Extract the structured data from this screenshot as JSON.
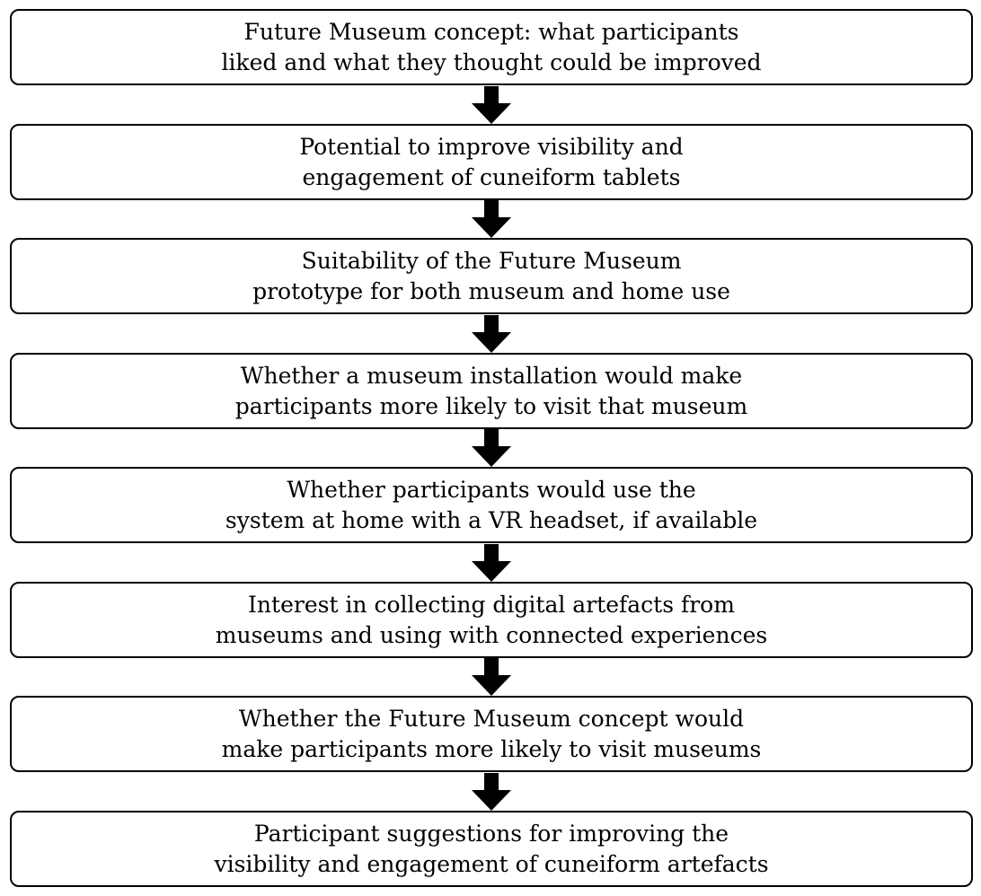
{
  "flowchart": {
    "steps": [
      {
        "lines": [
          "Future Museum concept: what participants",
          "liked and what they thought could be improved"
        ]
      },
      {
        "lines": [
          "Potential to improve visibility and",
          "engagement of cuneiform tablets"
        ]
      },
      {
        "lines": [
          "Suitability of the Future Museum",
          "prototype for both museum and home use"
        ]
      },
      {
        "lines": [
          "Whether a museum installation would make",
          "participants more likely to visit that museum"
        ]
      },
      {
        "lines": [
          "Whether participants would use the",
          "system at home with a VR headset, if available"
        ]
      },
      {
        "lines": [
          "Interest in collecting digital artefacts from",
          "museums and using with connected experiences"
        ]
      },
      {
        "lines": [
          "Whether the Future Museum concept would",
          "make participants more likely to visit museums"
        ]
      },
      {
        "lines": [
          "Participant suggestions for improving the",
          "visibility and engagement of cuneiform artefacts"
        ]
      }
    ],
    "colors": {
      "border": "#000000",
      "arrow": "#000000",
      "text": "#000000",
      "background": "#ffffff"
    },
    "connector_icon": "down-arrow-icon"
  }
}
